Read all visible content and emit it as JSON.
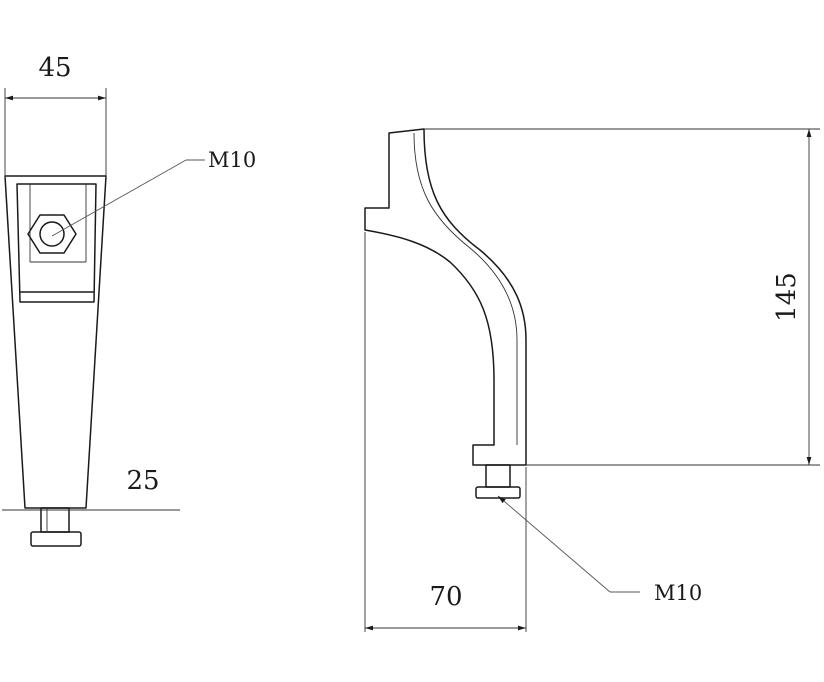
{
  "front_view": {
    "width_dim": "45",
    "bottom_dim": "25",
    "thread_label": "M10"
  },
  "side_view": {
    "width_dim": "70",
    "height_dim": "145",
    "thread_label": "M10"
  },
  "colors": {
    "line": "#1a1a1a",
    "background": "#ffffff"
  }
}
